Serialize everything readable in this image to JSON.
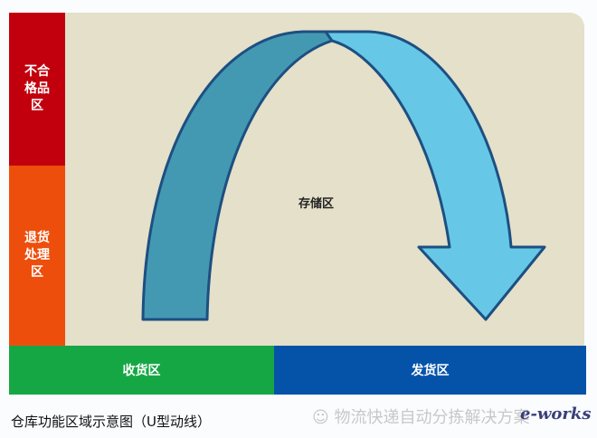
{
  "zones": {
    "reject": "不合格品区",
    "returns": "退货处理区",
    "storage": "存储区",
    "receiving": "收货区",
    "shipping": "发货区"
  },
  "caption": "仓库功能区域示意图（U型动线）",
  "watermark": "物流快递自动分拣解决方案",
  "logo": "e-works",
  "colors": {
    "reject": "#c2000d",
    "returns": "#ee4e0c",
    "receiving": "#16a745",
    "shipping": "#0553a8",
    "storage": "#e4e0c9",
    "arrow_dark": "#4499b2",
    "arrow_light": "#66c8e6",
    "arrow_stroke": "#1d4f82"
  }
}
